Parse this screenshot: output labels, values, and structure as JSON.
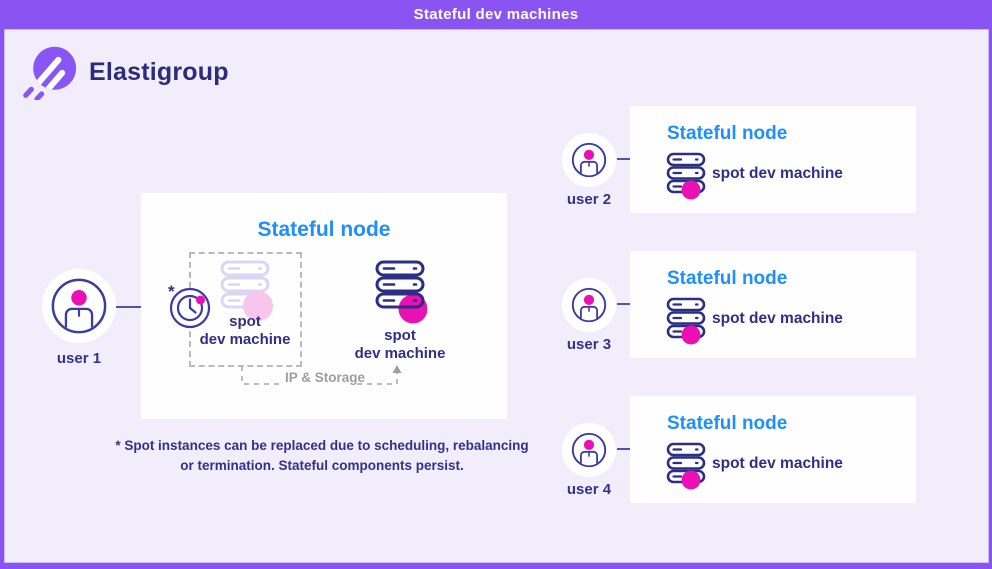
{
  "titlebar": {
    "title": "Stateful dev machines"
  },
  "brand": {
    "name": "Elastigroup"
  },
  "user1": {
    "label": "user 1"
  },
  "main_node": {
    "heading": "Stateful node",
    "asterisk": "*",
    "replaced_machine": {
      "line1": "spot",
      "line2": "dev machine"
    },
    "active_machine": {
      "line1": "spot",
      "line2": "dev machine"
    },
    "connector_label": "IP & Storage"
  },
  "right_nodes": [
    {
      "user": "user 2",
      "heading": "Stateful node",
      "machine": "spot dev machine"
    },
    {
      "user": "user 3",
      "heading": "Stateful node",
      "machine": "spot dev machine"
    },
    {
      "user": "user 4",
      "heading": "Stateful node",
      "machine": "spot dev machine"
    }
  ],
  "footnote": {
    "line1": "* Spot instances can be replaced due to scheduling, rebalancing",
    "line2": "or termination. Stateful components persist."
  },
  "icons": {
    "logo": "elastigroup-comet-icon",
    "user": "user-avatar-icon",
    "server": "server-stack-icon",
    "clock": "clock-icon",
    "arrow": "arrow-right-icon",
    "up_arrow": "arrow-up-icon"
  },
  "colors": {
    "frame_purple": "#8a54f2",
    "background_lavender": "#f2edfb",
    "heading_blue": "#1e8ffd",
    "navy_text": "#2f2f87",
    "magenta": "#ea10b3",
    "faded_stroke": "#dcd6f5",
    "faded_pink": "#f8c6ec",
    "gray_dash": "#b0b0ba"
  }
}
